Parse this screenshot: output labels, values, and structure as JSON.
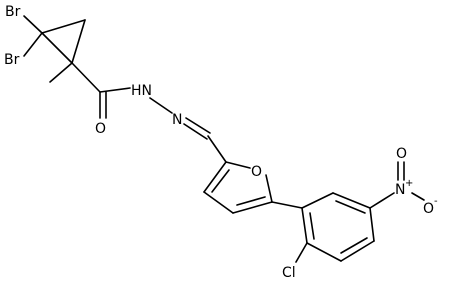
{
  "diagram": {
    "type": "chemical-structure",
    "labels": {
      "br1": "Br",
      "br2": "Br",
      "methyl_ring": "",
      "carbonyl_o": "O",
      "nh": "HN",
      "n": "N",
      "furan_o": "O",
      "nitro_n": "N",
      "nitro_n_charge": "+",
      "nitro_o_top": "O",
      "nitro_o_right": "O",
      "nitro_o_charge": "-",
      "cl": "Cl"
    }
  }
}
